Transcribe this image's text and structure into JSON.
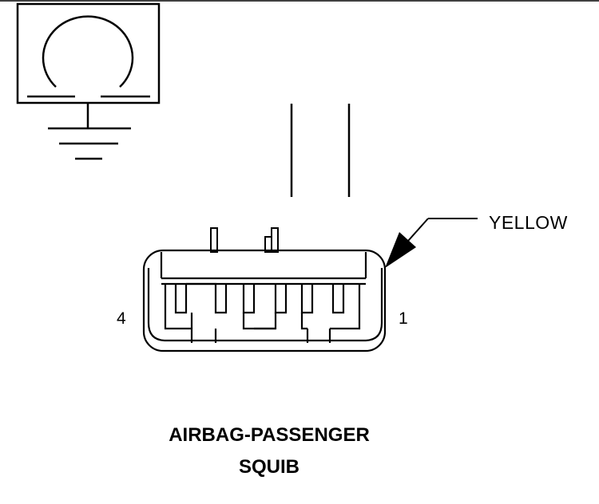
{
  "diagram": {
    "wire_color_label": "YELLOW",
    "pin_left_label": "4",
    "pin_right_label": "1",
    "component_name_line1": "AIRBAG-PASSENGER",
    "component_name_line2": "SQUIB"
  },
  "colors": {
    "stroke": "#000000",
    "background": "#ffffff"
  }
}
